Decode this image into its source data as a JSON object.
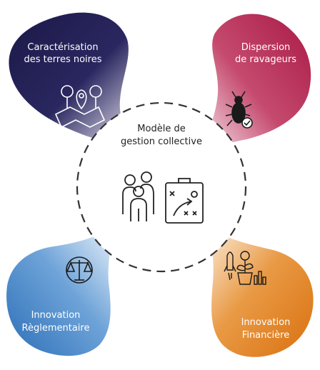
{
  "center": {
    "title_line1": "Modèle de",
    "title_line2": "gestion collective",
    "icons": [
      "group-of-people-icon",
      "strategy-board-icon"
    ]
  },
  "petals": [
    {
      "id": "top-left",
      "line1": "Caractérisation",
      "line2": "des terres noires",
      "icon": "map-trees-location-icon",
      "color": "#1f1d4f"
    },
    {
      "id": "top-right",
      "line1": "Dispersion",
      "line2": "de ravageurs",
      "icon": "beetle-checked-icon",
      "color": "#b01f4c"
    },
    {
      "id": "bottom-left",
      "line1": "Innovation",
      "line2": "Règlementaire",
      "icon": "balance-scale-icon",
      "color": "#3e82c9"
    },
    {
      "id": "bottom-right",
      "line1": "Innovation",
      "line2": "Financière",
      "icon": "money-plant-rocket-icon",
      "color": "#df7f1c"
    }
  ]
}
